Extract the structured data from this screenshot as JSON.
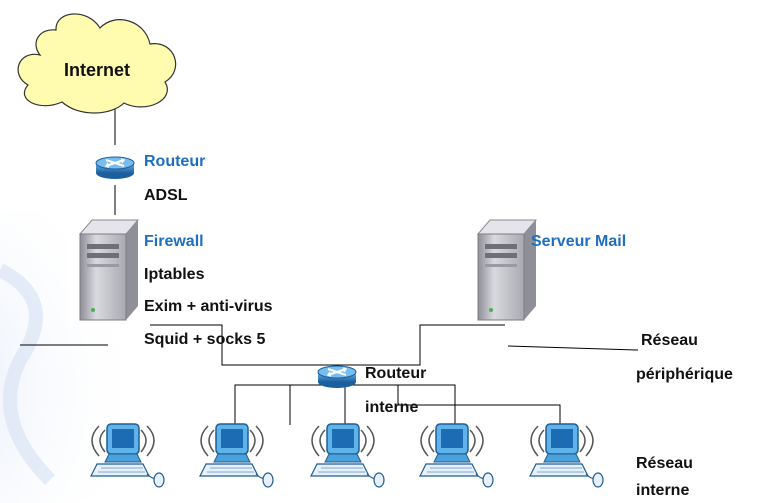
{
  "colors": {
    "cloud_fill": "#fffcb0",
    "label_blue": "#1f6fc0",
    "text_dark": "#111111",
    "router_blue": "#2f7fc4",
    "monitor_blue": "#2a8fd6",
    "server_gray": "#b7b7bf"
  },
  "internet": {
    "label": "Internet"
  },
  "router_adsl": {
    "name": "Routeur",
    "desc": "ADSL"
  },
  "firewall": {
    "name": "Firewall",
    "services": [
      "Iptables",
      "Exim + anti-virus",
      "Squid + socks 5"
    ]
  },
  "mail_server": {
    "name": "Serveur Mail"
  },
  "router_internal": {
    "line1": "Routeur",
    "line2": "interne"
  },
  "network_peripheral": {
    "line1": "Réseau",
    "line2": "périphérique"
  },
  "network_internal": {
    "line1": "Réseau",
    "line2": "interne"
  },
  "icons": {
    "cloud": "cloud-icon",
    "router": "router-icon",
    "server": "server-tower-icon",
    "workstation": "workstation-icon"
  }
}
